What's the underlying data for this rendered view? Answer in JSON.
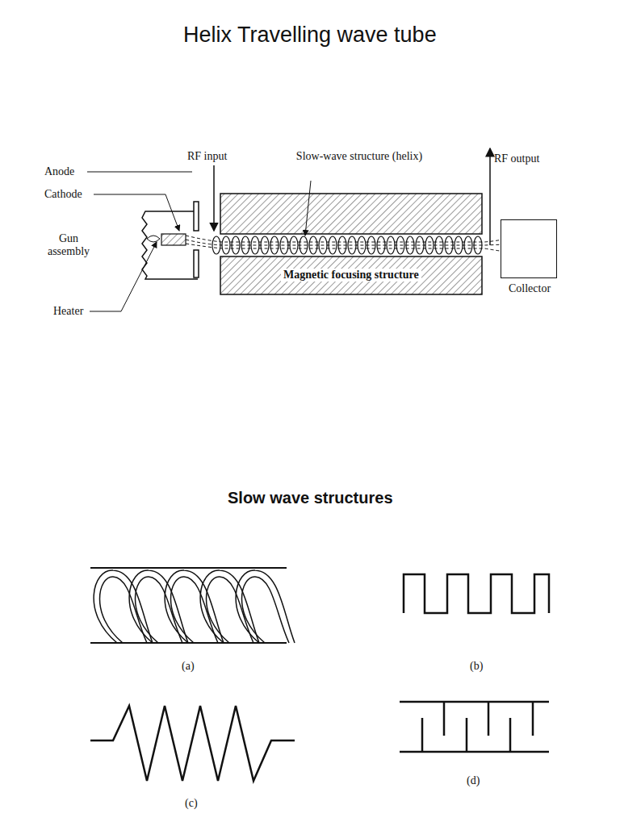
{
  "diagram": {
    "title": "Helix Travelling wave tube",
    "nodes": [
      {
        "text": [
          "Magnetic focusing structure"
        ]
      },
      {
        "text": [
          "Collector"
        ]
      }
    ],
    "labels": [
      "Anode",
      "Cathode",
      "Gun assembly",
      "Heater",
      "RF input",
      "Slow-wave structure (helix)",
      "RF output",
      "Slow wave structures",
      "(a)",
      "(b)",
      "(c)",
      "(d)"
    ]
  }
}
